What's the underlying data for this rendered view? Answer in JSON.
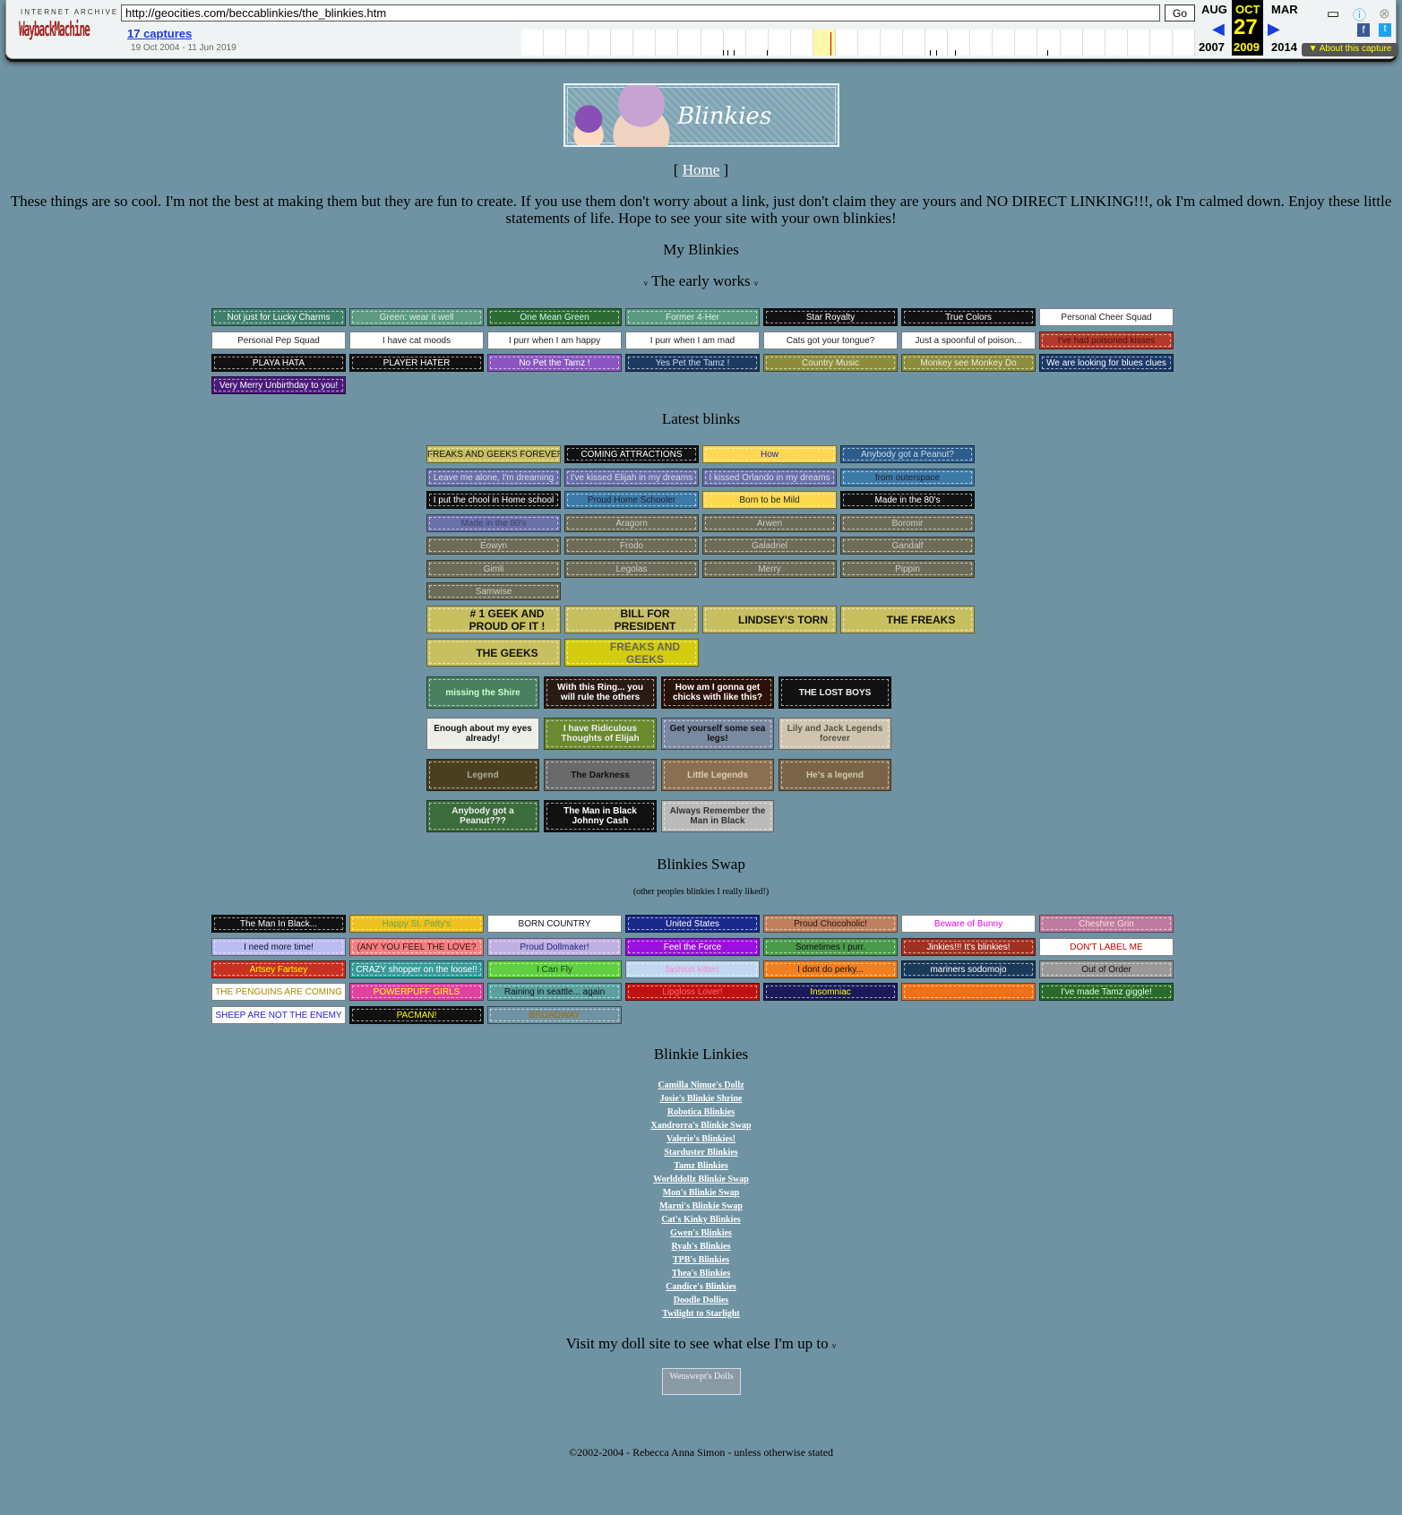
{
  "wayback": {
    "ia_label": "INTERNET ARCHIVE",
    "logo": "WaybackMachine",
    "url": "http://geocities.com/beccablinkies/the_blinkies.htm",
    "go": "Go",
    "captures": "17 captures",
    "range": "19 Oct 2004 - 11 Jun 2019",
    "prev_month": "AUG",
    "cur_month": "OCT",
    "next_month": "MAR",
    "day": "27",
    "prev_year": "2007",
    "cur_year": "2009",
    "next_year": "2014",
    "about": "▼ About this capture",
    "prev_arrow": "◀",
    "next_arrow": "▶"
  },
  "banner": {
    "title": "Blinkies"
  },
  "nav": {
    "open": "[",
    "home": "Home",
    "close": "]"
  },
  "intro": "These things are so cool. I'm not the best at making them but they are fun to create.  If you use them don't worry about a link, just don't claim they are yours and NO DIRECT LINKING!!!, ok I'm calmed down.  Enjoy these little statements of life.  Hope to see your site with your own blinkies!",
  "my_blinkies": "My Blinkies",
  "early_works": "The early works",
  "early": [
    {
      "label": "Not just for Lucky Charms",
      "bg": "#3f7f6a",
      "fg": "#fff"
    },
    {
      "label": "Green: wear it well",
      "bg": "#5e9a84",
      "fg": "#d8f0d8"
    },
    {
      "label": "One Mean Green",
      "bg": "#2d6b34",
      "fg": "#cfe"
    },
    {
      "label": "Former 4-Her",
      "bg": "#5a9a80",
      "fg": "#e0f4e8"
    },
    {
      "label": "Star Royalty",
      "bg": "#111",
      "fg": "#fff"
    },
    {
      "label": "True Colors",
      "bg": "#111",
      "fg": "#fff"
    },
    {
      "label": "Personal Cheer Squad",
      "bg": "#fff",
      "fg": "#222"
    },
    {
      "label": "Personal Pep Squad",
      "bg": "#fff",
      "fg": "#222"
    },
    {
      "label": "I have cat moods",
      "bg": "#fff",
      "fg": "#222"
    },
    {
      "label": "I purr when I am happy",
      "bg": "#fff",
      "fg": "#222"
    },
    {
      "label": "I purr when I am mad",
      "bg": "#fff",
      "fg": "#222"
    },
    {
      "label": "Cats got your tongue?",
      "bg": "#fff",
      "fg": "#222"
    },
    {
      "label": "Just a spoonful of poison...",
      "bg": "#fff",
      "fg": "#222"
    },
    {
      "label": "I've had poisoned kisses",
      "bg": "#b33a2a",
      "fg": "#411"
    },
    {
      "label": "PLAYA HATA",
      "bg": "#111",
      "fg": "#fff"
    },
    {
      "label": "PLAYER HATER",
      "bg": "#111",
      "fg": "#fff"
    },
    {
      "label": "No Pet the Tamz !",
      "bg": "#8a55c0",
      "fg": "#fff"
    },
    {
      "label": "Yes Pet the Tamz !",
      "bg": "#1c3a60",
      "fg": "#cde"
    },
    {
      "label": "Country  Music",
      "bg": "#8c8c3c",
      "fg": "#eed"
    },
    {
      "label": "Monkey see  Monkey Do",
      "bg": "#8c8c3c",
      "fg": "#eed"
    },
    {
      "label": "We are looking for blues clues",
      "bg": "#1c3a6a",
      "fg": "#fff"
    },
    {
      "label": "Very Merry Unbirthday to you!",
      "bg": "#4a1a7a",
      "fg": "#fff"
    }
  ],
  "latest_blinks": "Latest blinks",
  "latest": [
    {
      "label": "FREAKS AND GEEKS FOREVER !",
      "bg": "#c8c060",
      "fg": "#111"
    },
    {
      "label": "COMING ATTRACTIONS",
      "bg": "#111",
      "fg": "#fff"
    },
    {
      "label": "How",
      "bg": "#ffd850",
      "fg": "#22a"
    },
    {
      "label": "Anybody got a Peanut?",
      "bg": "#2c5c8c",
      "fg": "#cde"
    },
    {
      "label": "Leave me alone, I'm dreaming",
      "bg": "#6a70a8",
      "fg": "#dde"
    },
    {
      "label": "I've kissed Elijah in my dreams",
      "bg": "#6a70a8",
      "fg": "#dde"
    },
    {
      "label": "I kissed Orlando in my dreams",
      "bg": "#6a70a8",
      "fg": "#dde"
    },
    {
      "label": "from outerspace",
      "bg": "#3c7aa8",
      "fg": "#223"
    },
    {
      "label": "I put the chool in Home school",
      "bg": "#111",
      "fg": "#fff"
    },
    {
      "label": "Proud Home Schooler",
      "bg": "#3c7aa8",
      "fg": "#223"
    },
    {
      "label": "Born to be Mild",
      "bg": "#ffd850",
      "fg": "#222"
    },
    {
      "label": "Made in the 80's",
      "bg": "#111",
      "fg": "#fff"
    },
    {
      "label": "Made in the 80's",
      "bg": "#6a70a8",
      "fg": "#446"
    },
    {
      "label": "Aragorn",
      "bg": "#6c6c58",
      "fg": "#ccc"
    },
    {
      "label": "Arwen",
      "bg": "#6c6c58",
      "fg": "#ccc"
    },
    {
      "label": "Boromir",
      "bg": "#6c6c58",
      "fg": "#ccc"
    },
    {
      "label": "Eowyn",
      "bg": "#6c6c58",
      "fg": "#ccc"
    },
    {
      "label": "Frodo",
      "bg": "#6c6c58",
      "fg": "#ccc"
    },
    {
      "label": "Galadriel",
      "bg": "#6c6c58",
      "fg": "#ccc"
    },
    {
      "label": "Gandalf",
      "bg": "#6c6c58",
      "fg": "#ccc"
    },
    {
      "label": "Gimli",
      "bg": "#6c6c58",
      "fg": "#ccc"
    },
    {
      "label": "Legolas",
      "bg": "#6c6c58",
      "fg": "#ccc"
    },
    {
      "label": "Merry",
      "bg": "#6c6c58",
      "fg": "#ccc"
    },
    {
      "label": "Pippin",
      "bg": "#6c6c58",
      "fg": "#ccc"
    },
    {
      "label": "Samwise",
      "bg": "#6c6c58",
      "fg": "#ccc"
    }
  ],
  "freaks": [
    {
      "label": "# 1 GEEK AND PROUD OF IT !",
      "bg": "#c8c060",
      "fg": "#111"
    },
    {
      "label": "BILL FOR PRESIDENT",
      "bg": "#c8c060",
      "fg": "#111"
    },
    {
      "label": "LINDSEY'S TORN",
      "bg": "#c8c060",
      "fg": "#111"
    },
    {
      "label": "THE FREAKS",
      "bg": "#c8c060",
      "fg": "#111"
    },
    {
      "label": "THE GEEKS",
      "bg": "#c8c060",
      "fg": "#111"
    },
    {
      "label": "FREAKS AND GEEKS",
      "bg": "#d4cc10",
      "fg": "#665"
    }
  ],
  "pics": [
    {
      "label": "missing the Shire",
      "bg": "#4a8060",
      "fg": "#cfc"
    },
    {
      "label": "With this Ring... you will rule the others",
      "bg": "#2a1a14",
      "fg": "#fff"
    },
    {
      "label": "How am I gonna get chicks with like this?",
      "bg": "#2a1208",
      "fg": "#fff"
    },
    {
      "label": "THE LOST BOYS",
      "bg": "#111",
      "fg": "#eee"
    },
    {
      "label": "Enough about my eyes already!",
      "bg": "#eeeee8",
      "fg": "#111"
    },
    {
      "label": "I have Ridiculous Thoughts of Elijah",
      "bg": "#6a8a30",
      "fg": "#eee"
    },
    {
      "label": "Get yourself some sea legs!",
      "bg": "#7a88a0",
      "fg": "#111"
    },
    {
      "label": "Lily and Jack Legends forever",
      "bg": "#cfc4b0",
      "fg": "#554"
    },
    {
      "label": "Legend",
      "bg": "#4a4020",
      "fg": "#aa9"
    },
    {
      "label": "The Darkness",
      "bg": "#6a6a6a",
      "fg": "#111"
    },
    {
      "label": "Little Legends",
      "bg": "#8a7050",
      "fg": "#dcb"
    },
    {
      "label": "He's a legend",
      "bg": "#7a6448",
      "fg": "#cca"
    },
    {
      "label": "Anybody got a Peanut???",
      "bg": "#3c6c3c",
      "fg": "#eee"
    },
    {
      "label": "The Man in Black Johnny Cash",
      "bg": "#111",
      "fg": "#fff"
    },
    {
      "label": "Always Remember the Man in Black",
      "bg": "#bbb",
      "fg": "#333"
    }
  ],
  "swap_title": "Blinkies Swap",
  "swap_sub": "(other peoples blinkies I really liked!)",
  "swap": [
    {
      "label": "The Man In Black...",
      "bg": "#111",
      "fg": "#fff"
    },
    {
      "label": "Happy St. Patty's",
      "bg": "#f0c020",
      "fg": "#6a4"
    },
    {
      "label": "BORN COUNTRY",
      "bg": "#fff",
      "fg": "#111"
    },
    {
      "label": "United States",
      "bg": "#1a2a8a",
      "fg": "#fff"
    },
    {
      "label": "Proud Chocoholic!",
      "bg": "#c08060",
      "fg": "#311"
    },
    {
      "label": "Beware of Bunny",
      "bg": "#fff",
      "fg": "#e0e"
    },
    {
      "label": "Cheshire Grin",
      "bg": "#c07aa0",
      "fg": "#fdd"
    },
    {
      "label": "I need more time!",
      "bg": "#b8bcf0",
      "fg": "#113"
    },
    {
      "label": "(ANY YOU FEEL THE LOVE?",
      "bg": "#f08080",
      "fg": "#411"
    },
    {
      "label": "Proud Dollmaker!",
      "bg": "#c0b0e0",
      "fg": "#228"
    },
    {
      "label": "Feel the Force",
      "bg": "#9a10e0",
      "fg": "#fff"
    },
    {
      "label": "Sometimes I purr.",
      "bg": "#4a9a4a",
      "fg": "#111"
    },
    {
      "label": "Jinkies!!! It's blinkies!",
      "bg": "#a03020",
      "fg": "#fff"
    },
    {
      "label": "DON'T LABEL ME",
      "bg": "#fff",
      "fg": "#c00"
    },
    {
      "label": "Artsey Fartsey",
      "bg": "#c83020",
      "fg": "#ff0"
    },
    {
      "label": "CRAZY shopper on the loose!!",
      "bg": "#3a9a9a",
      "fg": "#fff"
    },
    {
      "label": "I Can Fly",
      "bg": "#60d040",
      "fg": "#141"
    },
    {
      "label": "fashion kitten",
      "bg": "#c0d8f0",
      "fg": "#f8c"
    },
    {
      "label": "I dont do perky...",
      "bg": "#f08020",
      "fg": "#111"
    },
    {
      "label": "mariners sodomojo",
      "bg": "#1a3a5a",
      "fg": "#fff"
    },
    {
      "label": "Out of Order",
      "bg": "#999",
      "fg": "#111"
    },
    {
      "label": "THE PENGUINS ARE COMING",
      "bg": "#fff",
      "fg": "#a80"
    },
    {
      "label": "POWERPUFF GIRLS",
      "bg": "#e040a0",
      "fg": "#ff0"
    },
    {
      "label": "Raining in seattle... again",
      "bg": "#5aa0a0",
      "fg": "#111"
    },
    {
      "label": "Lipgloss Lover!",
      "bg": "#c01010",
      "fg": "#f66"
    },
    {
      "label": "Insomniac",
      "bg": "#1a1a5a",
      "fg": "#ff0"
    },
    {
      "label": "",
      "bg": "#f07018",
      "fg": "#fff"
    },
    {
      "label": "I've made Tamz giggle!",
      "bg": "#2a6a2a",
      "fg": "#dfd"
    },
    {
      "label": "SHEEP ARE NOT THE ENEMY",
      "bg": "#fff",
      "fg": "#22c"
    },
    {
      "label": "PACMAN!",
      "bg": "#111",
      "fg": "#ff0"
    },
    {
      "label": "BROADWAY",
      "bg": "#6f93a3",
      "fg": "#a60"
    }
  ],
  "linkies_title": "Blinkie Linkies",
  "linkies": [
    "Camilla Nimue's Dollz",
    "Josie's Blinkie Shrine",
    "Robotica Blinkies",
    "Xandrorra's Blinkie Swap",
    "Valerie's Blinkies!",
    "Starduster Blinkies",
    "Tamz Blinkies",
    "Worlddollz Blinkie Swap",
    "Mon's Blinkie Swap",
    "Marni's Blinkie Swap",
    "Cat's Kinky Blinkies",
    "Gwen's Blinkies",
    "Ryah's Blinkies",
    "TPB's Blinkies",
    "Thea's Blinkies",
    "Candice's Blinkies",
    "Doodle Dollies",
    "Twilight to Starlight"
  ],
  "visit": "Visit my doll site to see what else I'm up to",
  "down_mark": "v",
  "doll_button": "Wenswept's Dolls",
  "copyright": "©2002-2004 - Rebecca Anna Simon - unless otherwise stated"
}
